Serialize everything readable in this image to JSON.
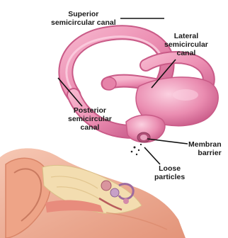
{
  "labels": {
    "superior": {
      "line1": "Superior",
      "line2": "semicircular canal"
    },
    "lateral": {
      "line1": "Lateral",
      "line2": "semicircular",
      "line3": "canal"
    },
    "posterior": {
      "line1": "Posterior",
      "line2": "semicircular",
      "line3": "canal"
    },
    "membrane": {
      "line1": "Membran",
      "line2": "barrier"
    },
    "loose": {
      "line1": "Loose",
      "line2": "particles"
    }
  },
  "colors": {
    "canal_pink": "#ec8fb3",
    "canal_shadow": "#c95a87",
    "canal_highlight": "#fbd2e2",
    "skin": "#f2b49a",
    "skin_dark": "#d98568",
    "bone": "#f3ddb0",
    "leader": "#111111"
  }
}
